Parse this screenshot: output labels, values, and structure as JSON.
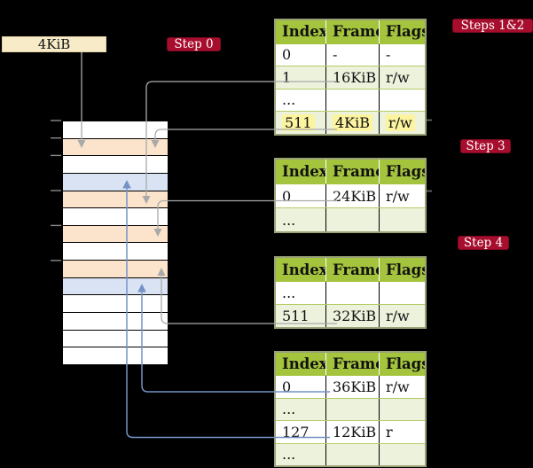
{
  "colors": {
    "background": "#000000",
    "badge-red": "#a70d2d",
    "header-green": "#a5c43e",
    "row-shade-green": "#edf2dd",
    "highlight-yellow": "#fcf49e",
    "cell-peach": "#fbe3cc",
    "cell-blue": "#d9e3f3",
    "frame-box-cream": "#f8ecc8",
    "line-gray": "#a9a9a9",
    "line-blue": "#7593c6"
  },
  "frame_box": {
    "label": "4KiB"
  },
  "badges": {
    "step0": {
      "label": "Step 0"
    },
    "steps12": {
      "label": "Steps 1&2"
    },
    "step3": {
      "label": "Step 3"
    },
    "step4": {
      "label": "Step 4"
    }
  },
  "memory_column": {
    "cells": [
      {
        "fill": "white"
      },
      {
        "fill": "peach"
      },
      {
        "fill": "white"
      },
      {
        "fill": "blue"
      },
      {
        "fill": "peach"
      },
      {
        "fill": "white"
      },
      {
        "fill": "peach"
      },
      {
        "fill": "white"
      },
      {
        "fill": "peach"
      },
      {
        "fill": "blue"
      },
      {
        "fill": "white"
      },
      {
        "fill": "white"
      },
      {
        "fill": "white"
      },
      {
        "fill": "white"
      }
    ]
  },
  "page_tables": [
    {
      "id": "table1",
      "headers": [
        "Index",
        "Frame",
        "Flags"
      ],
      "rows": [
        {
          "cells": [
            "0",
            "-",
            "-"
          ],
          "shaded": false,
          "highlighted": false
        },
        {
          "cells": [
            "1",
            "16KiB",
            "r/w"
          ],
          "shaded": true,
          "highlighted": false
        },
        {
          "cells": [
            "...",
            "",
            ""
          ],
          "shaded": false,
          "highlighted": false
        },
        {
          "cells": [
            "511",
            "4KiB",
            "r/w"
          ],
          "shaded": true,
          "highlighted": true
        }
      ]
    },
    {
      "id": "table2",
      "headers": [
        "Index",
        "Frame",
        "Flags"
      ],
      "rows": [
        {
          "cells": [
            "0",
            "24KiB",
            "r/w"
          ],
          "shaded": false,
          "highlighted": false
        },
        {
          "cells": [
            "...",
            "",
            ""
          ],
          "shaded": true,
          "highlighted": false
        }
      ]
    },
    {
      "id": "table3",
      "headers": [
        "Index",
        "Frame",
        "Flags"
      ],
      "rows": [
        {
          "cells": [
            "...",
            "",
            ""
          ],
          "shaded": false,
          "highlighted": false
        },
        {
          "cells": [
            "511",
            "32KiB",
            "r/w"
          ],
          "shaded": true,
          "highlighted": false
        }
      ]
    },
    {
      "id": "table4",
      "headers": [
        "Index",
        "Frame",
        "Flags"
      ],
      "rows": [
        {
          "cells": [
            "0",
            "36KiB",
            "r/w"
          ],
          "shaded": false,
          "highlighted": false
        },
        {
          "cells": [
            "...",
            "",
            ""
          ],
          "shaded": true,
          "highlighted": false
        },
        {
          "cells": [
            "127",
            "12KiB",
            "r"
          ],
          "shaded": false,
          "highlighted": false
        },
        {
          "cells": [
            "...",
            "",
            ""
          ],
          "shaded": true,
          "highlighted": false
        }
      ]
    }
  ]
}
